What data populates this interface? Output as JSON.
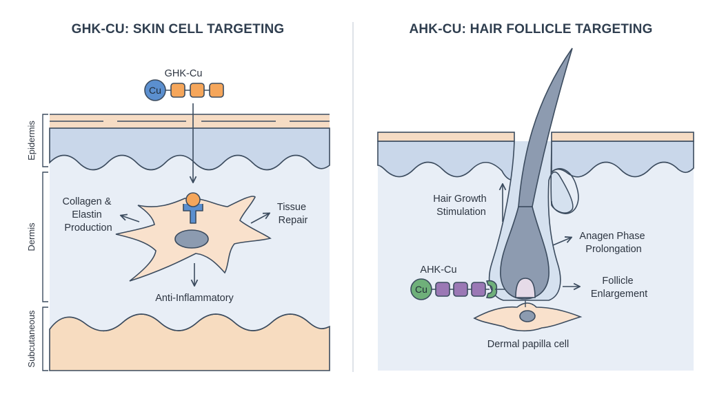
{
  "left_panel": {
    "title": "GHK-CU: SKIN CELL TARGETING",
    "peptide_label": "GHK-Cu",
    "cu_label": "Cu",
    "layers": [
      "Epidermis",
      "Dermis",
      "Subcutaneous"
    ],
    "effects": {
      "collagen": [
        "Collagen &",
        "Elastin",
        "Production"
      ],
      "repair": [
        "Tissue",
        "Repair"
      ],
      "inflammation": "Anti-Inflammatory"
    }
  },
  "right_panel": {
    "title": "AHK-CU: HAIR FOLLICLE TARGETING",
    "peptide_label": "AHK-Cu",
    "cu_label": "Cu",
    "effects": {
      "growth": [
        "Hair Growth",
        "Stimulation"
      ],
      "anagen": [
        "Anagen Phase",
        "Prolongation"
      ],
      "enlargement": [
        "Follicle",
        "Enlargement"
      ]
    },
    "cell_label": "Dermal papilla cell"
  },
  "colors": {
    "outline": "#3b4b5e",
    "epidermis": "#c9d7ea",
    "skin_top": "#f6dcc4",
    "dermis": "#e8eef6",
    "subcutaneous": "#f7dcc0",
    "cell": "#f9e1cc",
    "nucleus": "#8c9bb0",
    "cu_ghk": "#5b8fcf",
    "amino_ghk": "#f5a65b",
    "cu_ahk": "#6fb07a",
    "amino_ahk": "#9b78b5",
    "receptor_ghk": "#5b8fcf",
    "receptor_ahk": "#6fb07a",
    "hair": "#8d9bb0"
  }
}
